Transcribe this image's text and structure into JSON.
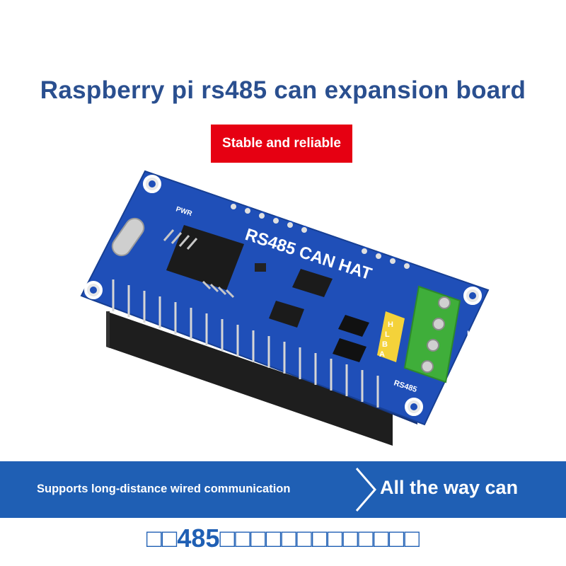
{
  "title": "Raspberry pi rs485 can expansion board",
  "badge": "Stable and reliable",
  "board": {
    "silk_title": "RS485 CAN HAT",
    "pwr_label": "PWR",
    "rs485_label": "RS485",
    "can_terminal_labels": [
      "H",
      "L",
      "B",
      "A"
    ],
    "rs485_terminal_labels": [
      "H",
      "L",
      "B",
      "A"
    ],
    "pcb_color": "#1f4fb8",
    "terminal_color": "#3fae3a"
  },
  "band": {
    "left_text": "Supports long-distance wired communication",
    "right_text": "All the way can",
    "color": "#1f5fb4"
  },
  "bottom_text": "□□485□□□□□□□□□□□□□"
}
